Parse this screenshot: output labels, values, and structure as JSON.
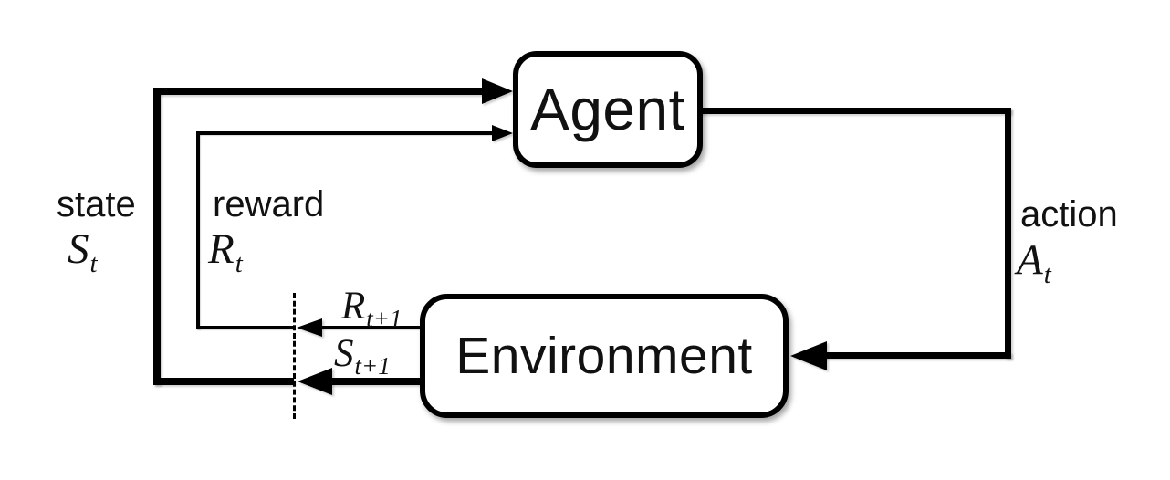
{
  "diagram": {
    "agent": {
      "label": "Agent"
    },
    "environment": {
      "label": "Environment"
    },
    "state": {
      "label": "state",
      "symbol": {
        "base": "S",
        "sub": "t"
      }
    },
    "reward": {
      "label": "reward",
      "symbol": {
        "base": "R",
        "sub": "t"
      }
    },
    "action": {
      "label": "action",
      "symbol": {
        "base": "A",
        "sub": "t"
      }
    },
    "next_reward": {
      "symbol": {
        "base": "R",
        "sub": "t+1"
      }
    },
    "next_state": {
      "symbol": {
        "base": "S",
        "sub": "t+1"
      }
    },
    "icons": {
      "arrowheads": [
        "arrowhead-right-icon",
        "arrowhead-left-icon"
      ],
      "time_step_divider": "dashed-vertical-line"
    },
    "colors": {
      "line": "#000000",
      "box_fill": "#ffffff",
      "background": "#ffffff",
      "text": "#111111"
    }
  }
}
